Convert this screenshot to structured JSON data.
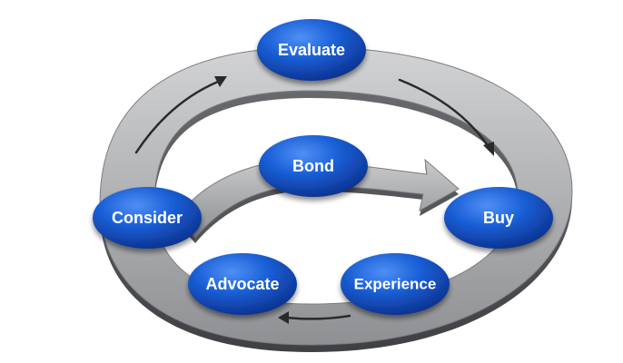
{
  "diagram": {
    "nodes": {
      "evaluate": "Evaluate",
      "bond": "Bond",
      "consider": "Consider",
      "buy": "Buy",
      "advocate": "Advocate",
      "experience": "Experience"
    },
    "colors": {
      "node_blue": "#1a5fd6",
      "node_blue_dark": "#0b2f8a",
      "node_highlight": "#4f8ff5",
      "ring_light": "#bfc0c2",
      "ring_mid": "#9a9b9e",
      "ring_dark": "#6e6f72",
      "arrow_dark": "#2a2a2a"
    }
  }
}
